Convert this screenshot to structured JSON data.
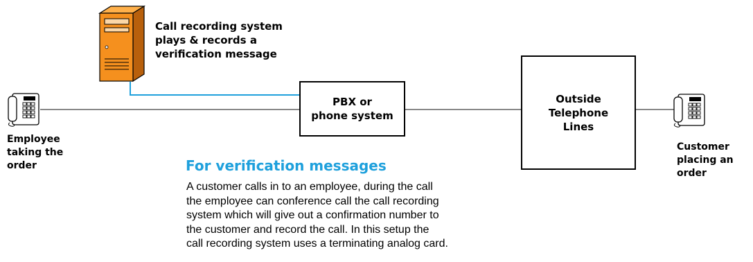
{
  "server": {
    "caption_lines": [
      "Call recording system",
      "plays & records a",
      "verification message"
    ],
    "icon": "server-tower-icon",
    "color": "#f5901e"
  },
  "pbx": {
    "label_lines": [
      "PBX or",
      "phone system"
    ]
  },
  "outside": {
    "label_lines": [
      "Outside",
      "Telephone",
      "Lines"
    ]
  },
  "employee": {
    "caption_lines": [
      "Employee",
      "taking the",
      "order"
    ],
    "icon": "desk-phone-icon"
  },
  "customer": {
    "caption_lines": [
      "Customer",
      "placing an",
      "order"
    ],
    "icon": "desk-phone-icon"
  },
  "heading": "For verification messages",
  "body_lines": [
    "A customer calls in to an employee, during the call",
    "the employee can conference call the call recording",
    "system which will give out a confirmation number to",
    "the customer and record the call.  In this setup the",
    "call recording system uses a terminating analog card."
  ],
  "colors": {
    "line": "#888888",
    "link": "#1ea0dc",
    "heading": "#1ea0dc"
  }
}
